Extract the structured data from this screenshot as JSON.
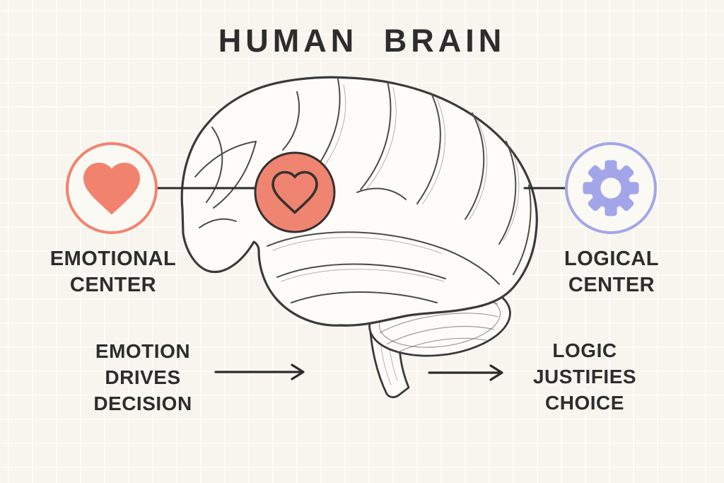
{
  "title": "HUMAN BRAIN",
  "nodes": {
    "emotional": {
      "label": "EMOTIONAL\nCENTER",
      "icon": "heart-icon"
    },
    "logical": {
      "label": "LOGICAL\nCENTER",
      "icon": "gear-icon"
    },
    "brain_marker": {
      "icon": "heart-outline-icon"
    }
  },
  "flow": {
    "left": "EMOTION\nDRIVES\nDECISION",
    "right": "LOGIC\nJUSTIFIES\nCHOICE"
  },
  "theme": {
    "bg": "#F8F5EF",
    "ink": "#2D2D2D",
    "line": "#2B2B2B",
    "coral": "#F1836E",
    "coral-badge": "#EF8571",
    "lavender": "#A2A6E8",
    "outline": "#3A3A3A"
  }
}
